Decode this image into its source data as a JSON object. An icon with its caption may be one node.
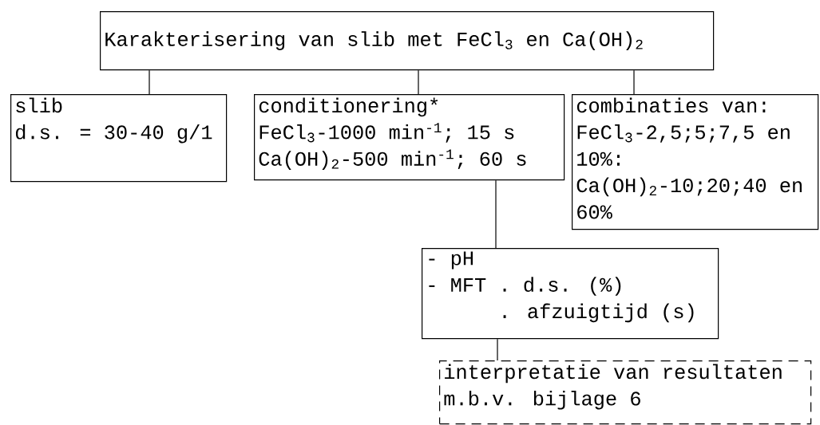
{
  "diagram": {
    "nodes": [
      {
        "text": [
          "Karakterisering van slib met FeCl$_{3}$ en Ca(OH)$_{2}$"
        ]
      },
      {
        "text": [
          "slib",
          "d.s. = 30-40 g/1"
        ]
      },
      {
        "text": [
          "conditionering*",
          "FeCl$_{3}$-1000 min$^{-1}$; 15 s",
          "Ca(OH)$_{2}$-500 min$^{-1}$; 60 s"
        ]
      },
      {
        "text": [
          "combinaties van: FeCl$_{3}$-2,5;5;7,5 en 10%: Ca(OH)$_{2}$-10;20;40 en 60%"
        ]
      },
      {
        "text": [
          "- pH",
          "- MFT . d.s. (%)",
          ". afzuigtijd (s)"
        ]
      },
      {
        "text": [
          "interpretatie van resultaten m.b.v. bijlage 6"
        ]
      }
    ],
    "edges": [
      {
        "from": 0,
        "to": 1,
        "arrow": "none"
      },
      {
        "from": 0,
        "to": 2,
        "arrow": "none"
      },
      {
        "from": 0,
        "to": 3,
        "arrow": "none"
      },
      {
        "from": 2,
        "to": 4,
        "arrow": "none"
      },
      {
        "from": 4,
        "to": 5,
        "arrow": "none"
      }
    ]
  }
}
